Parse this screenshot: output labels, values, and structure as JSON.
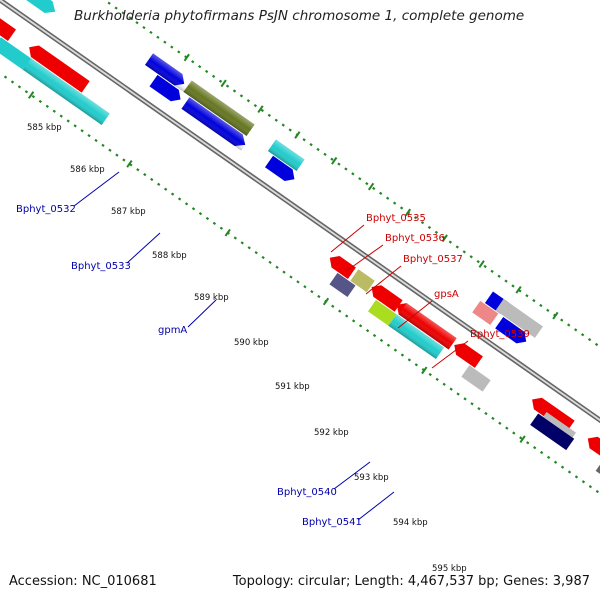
{
  "title": "Burkholderia phytofirmans PsJN chromosome 1, complete genome",
  "footer": {
    "accession": "Accession: NC_010681",
    "summary": "Topology: circular; Length: 4,467,537 bp; Genes: 3,987"
  },
  "scale_labels": [
    "585 kbp",
    "586 kbp",
    "587 kbp",
    "588 kbp",
    "589 kbp",
    "590 kbp",
    "591 kbp",
    "592 kbp",
    "593 kbp",
    "594 kbp",
    "595 kbp"
  ],
  "gene_labels_left": [
    "Bphyt_0532",
    "Bphyt_0533",
    "gpmA",
    "Bphyt_0540",
    "Bphyt_0541"
  ],
  "gene_labels_right": [
    "Bphyt_0535",
    "Bphyt_0536",
    "Bphyt_0537",
    "gpsA",
    "Bphyt_0539"
  ],
  "colors": {
    "forward_strand_left": "#0000dd",
    "reverse_strand_right": "#ee0000",
    "left_label": "#0000aa",
    "right_label": "#cc0000",
    "cyan": "#22cccc",
    "olive": "#667722",
    "lime": "#aadd22",
    "slate": "#555588",
    "khaki": "#bbbb66",
    "silver": "#bbbbbb",
    "pink": "#ee8888",
    "navy": "#000066",
    "gray": "#666666",
    "backbone": "#888888",
    "tick": "#228822"
  }
}
